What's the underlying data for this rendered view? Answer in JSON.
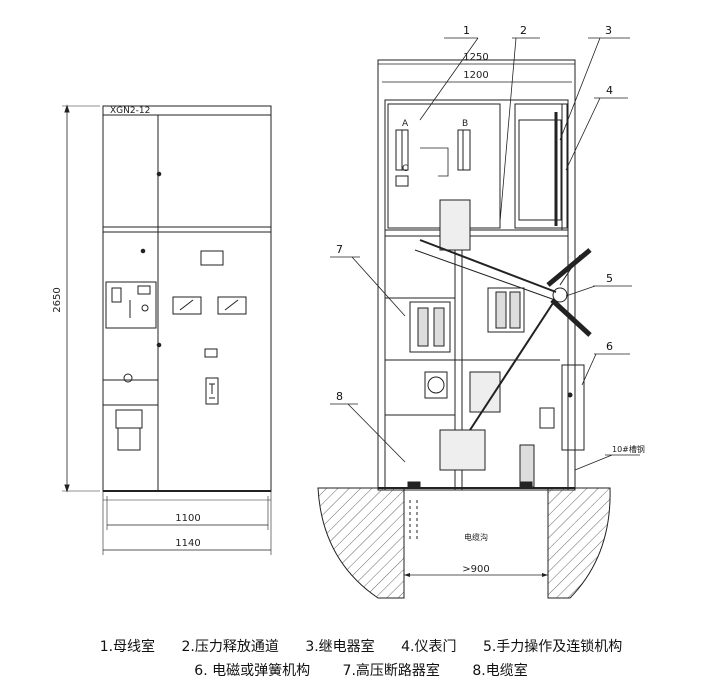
{
  "front_view": {
    "model_label": "XGN2-12",
    "height_dim": "2650",
    "width_dim_inner": "1100",
    "width_dim_outer": "1140"
  },
  "section_view": {
    "top_dim_outer": "1250",
    "top_dim_inner": "1200",
    "phase_labels": [
      "A",
      "B",
      "C"
    ],
    "callouts": [
      "1",
      "2",
      "3",
      "4",
      "5",
      "6",
      "7",
      "8"
    ],
    "ground_note": "10#槽钢",
    "trench_label": "电缆沟",
    "trench_width": ">900"
  },
  "legend": [
    "1.母线室",
    "2.压力释放通道",
    "3.继电器室",
    "4.仪表门",
    "5.手力操作及连锁机构",
    "6. 电磁或弹簧机构",
    "7.高压断路器室",
    "8.电缆室"
  ]
}
